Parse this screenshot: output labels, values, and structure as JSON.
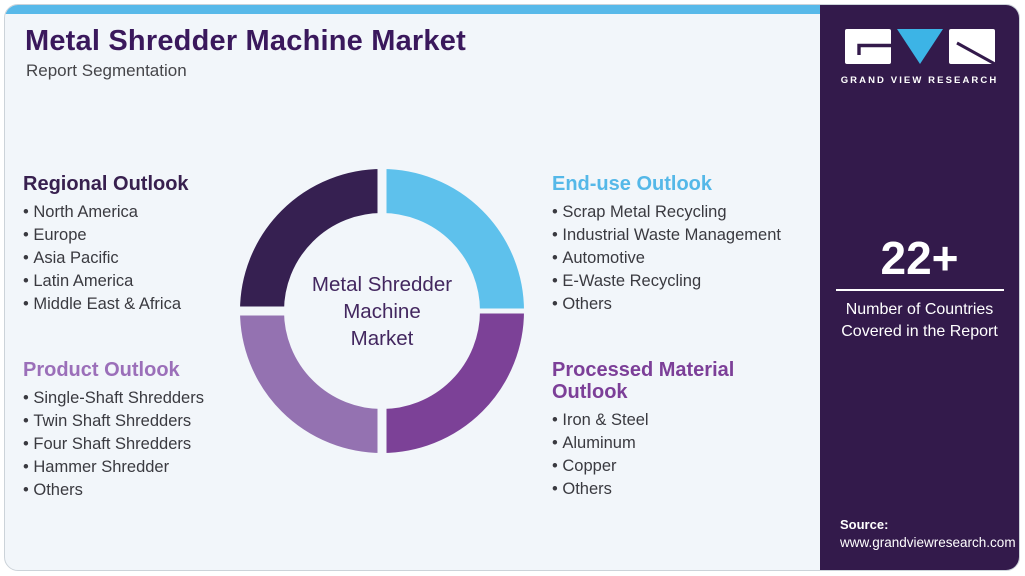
{
  "header": {
    "title": "Metal Shredder Machine Market",
    "subtitle": "Report Segmentation"
  },
  "donut": {
    "center_line1": "Metal Shredder",
    "center_line2": "Machine",
    "center_line3": "Market",
    "segments": [
      {
        "name": "Regional Outlook",
        "color": "#362051",
        "position": "top-left"
      },
      {
        "name": "End-use Outlook",
        "color": "#5ec1ec",
        "position": "top-right"
      },
      {
        "name": "Processed Material Outlook",
        "color": "#7c4197",
        "position": "bottom-right"
      },
      {
        "name": "Product Outlook",
        "color": "#9472b1",
        "position": "bottom-left"
      }
    ]
  },
  "sections": {
    "regional": {
      "heading": "Regional Outlook",
      "color": "#38204f",
      "items": [
        "North America",
        "Europe",
        "Asia Pacific",
        "Latin America",
        "Middle East & Africa"
      ]
    },
    "product": {
      "heading": "Product Outlook",
      "color": "#9b6fb9",
      "items": [
        "Single-Shaft Shredders",
        "Twin Shaft Shredders",
        "Four Shaft Shredders",
        "Hammer Shredder",
        "Others"
      ]
    },
    "enduse": {
      "heading": "End-use Outlook",
      "color": "#55b8e8",
      "items": [
        "Scrap Metal Recycling",
        "Industrial Waste Management",
        "Automotive",
        "E-Waste Recycling",
        "Others"
      ]
    },
    "processed": {
      "heading": "Processed Material Outlook",
      "color": "#7c3f98",
      "items": [
        "Iron & Steel",
        "Aluminum",
        "Copper",
        "Others"
      ]
    }
  },
  "sidebar": {
    "brand": "GRAND VIEW RESEARCH",
    "stat_value": "22+",
    "stat_caption": "Number of Countries Covered in the Report",
    "source_label": "Source:",
    "source_url": "www.grandviewresearch.com",
    "background_color": "#331a4b",
    "accent_color": "#58b9e9"
  }
}
